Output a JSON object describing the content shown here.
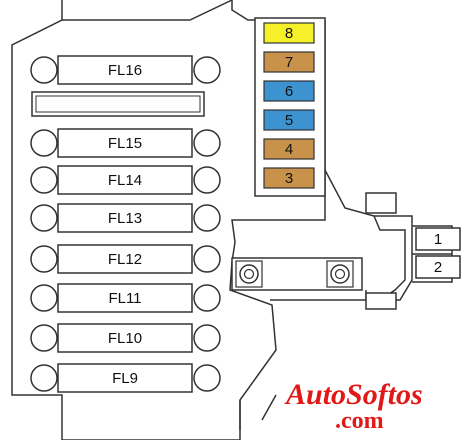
{
  "fuses_fl": [
    {
      "id": "fl16",
      "label": "FL16"
    },
    {
      "id": "fl15",
      "label": "FL15"
    },
    {
      "id": "fl14",
      "label": "FL14"
    },
    {
      "id": "fl13",
      "label": "FL13"
    },
    {
      "id": "fl12",
      "label": "FL12"
    },
    {
      "id": "fl11",
      "label": "FL11"
    },
    {
      "id": "fl10",
      "label": "FL10"
    },
    {
      "id": "fl9",
      "label": "FL9"
    }
  ],
  "mini_fuses": [
    {
      "label": "8",
      "color": "#f5f02a"
    },
    {
      "label": "7",
      "color": "#c8924a"
    },
    {
      "label": "6",
      "color": "#3d93cf"
    },
    {
      "label": "5",
      "color": "#3d93cf"
    },
    {
      "label": "4",
      "color": "#c8924a"
    },
    {
      "label": "3",
      "color": "#c8924a"
    }
  ],
  "relays": [
    {
      "label": "1"
    },
    {
      "label": "2"
    }
  ],
  "watermark": {
    "line1": "AutoSoftos",
    "line2": ".com",
    "color": "#e01818"
  },
  "colors": {
    "outline": "#333333",
    "fill": "#ffffff"
  }
}
